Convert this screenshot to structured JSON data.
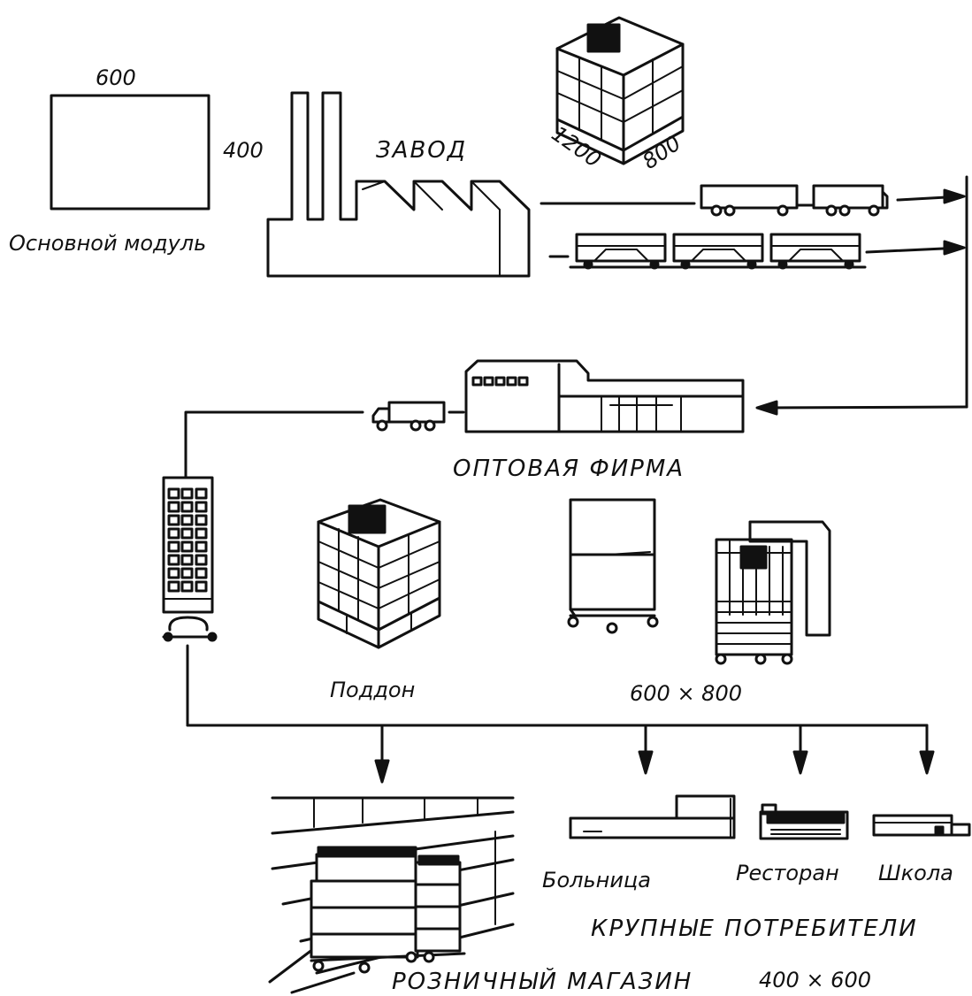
{
  "labels": {
    "module_width": "600",
    "module_height": "400",
    "module_caption": "Основной модуль",
    "factory": "ЗАВОД",
    "pallet_length": "1200",
    "pallet_width": "800",
    "wholesale": "ОПТОВАЯ ФИРМА",
    "pallet": "Поддон",
    "dim_600x800": "600 × 800",
    "hospital": "Больница",
    "restaurant": "Ресторан",
    "school": "Школа",
    "large_consumers": "КРУПНЫЕ ПОТРЕБИТЕЛИ",
    "retail_store": "РОЗНИЧНЫЙ МАГАЗИН",
    "dim_400x600": "400 × 600"
  },
  "icons": [
    "module-rectangle-icon",
    "factory-icon",
    "loaded-pallet-icon",
    "truck-trailer-icon",
    "rail-wagon-icon",
    "warehouse-icon",
    "delivery-truck-icon",
    "rack-trolley-icon",
    "roll-container-icon",
    "cage-container-icon",
    "shop-shelf-icon",
    "counter-icon",
    "arrow-icon"
  ],
  "colors": {
    "ink": "#111111",
    "background": "#ffffff"
  }
}
